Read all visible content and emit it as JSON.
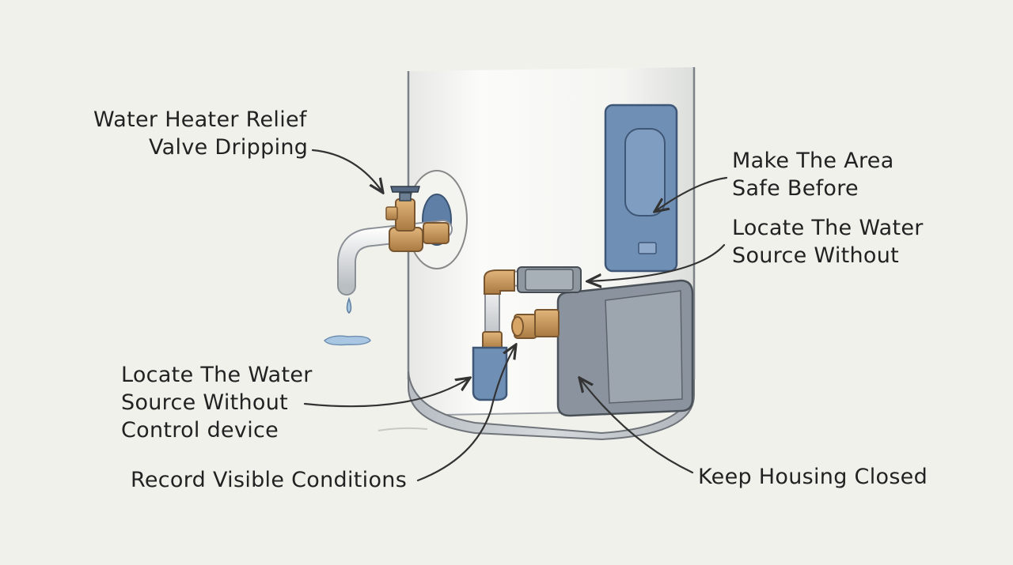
{
  "labels": {
    "relief_valve": [
      "Water Heater Relief",
      "Valve Dripping"
    ],
    "make_safe": [
      "Make The Area",
      "Safe Before"
    ],
    "locate_right": [
      "Locate The Water",
      "Source Without"
    ],
    "locate_left": [
      "Locate The Water",
      "Source Without",
      "Control device"
    ],
    "record": "Record Visible Conditions",
    "housing": "Keep Housing Closed"
  },
  "colors": {
    "background": "#f1f1ec",
    "tank_body": "#f6f6f4",
    "panel_blue": "#6f8fb5",
    "housing_gray": "#8b949e",
    "brass": "#c99a5e",
    "water": "#a9c6e3"
  }
}
